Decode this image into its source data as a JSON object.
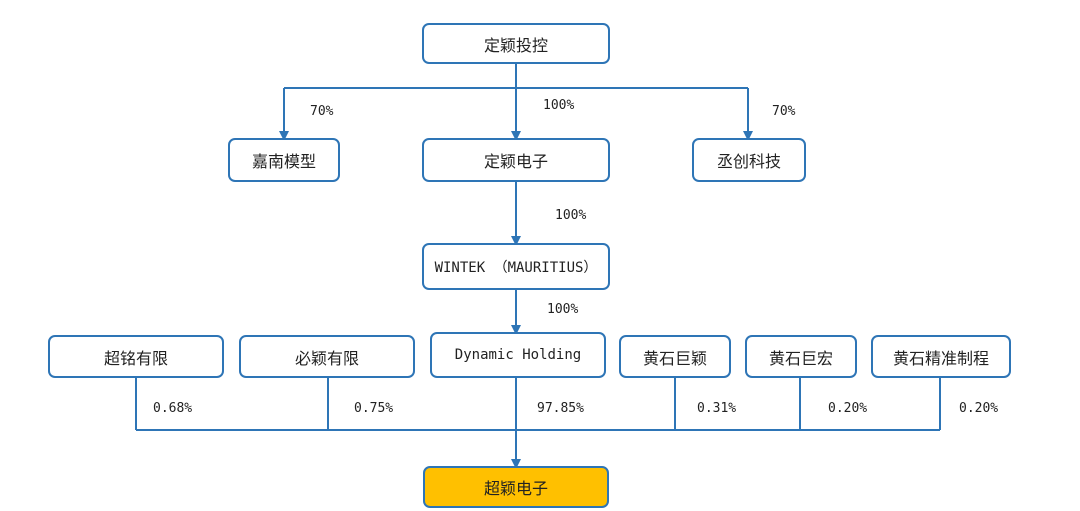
{
  "colors": {
    "line": "#2e75b6",
    "box_border": "#2e75b6",
    "highlight": "#ffc000"
  },
  "nodes": {
    "top": "定颖投控",
    "jianan": "嘉南模型",
    "dingying_dz": "定颖电子",
    "chengchuang": "丞创科技",
    "wintek": "WINTEK （MAURITIUS）",
    "chaoming": "超铭有限",
    "biying": "必颖有限",
    "dynamic": "Dynamic Holding",
    "hsjy": "黄石巨颖",
    "hsjh": "黄石巨宏",
    "hsjz": "黄石精准制程",
    "target": "超颖电子"
  },
  "percentages": {
    "top_jianan": "70%",
    "top_dingying": "100%",
    "top_chengchuang": "70%",
    "dingying_wintek": "100%",
    "wintek_dynamic": "100%",
    "chaoming": "0.68%",
    "biying": "0.75%",
    "dynamic": "97.85%",
    "hsjy": "0.31%",
    "hsjh": "0.20%",
    "hsjz": "0.20%"
  }
}
